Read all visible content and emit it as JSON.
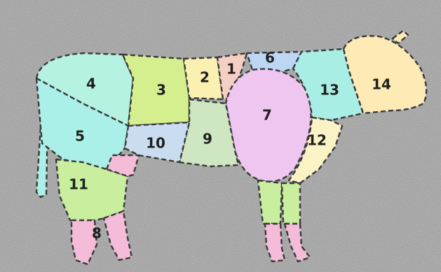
{
  "diagram": {
    "colors": {
      "background": "#b8b8b8",
      "outline": "#3a3a3a",
      "text": "#1f1f1f"
    },
    "regions": [
      {
        "id": "r1",
        "label": "1",
        "color": "#f6cfc4"
      },
      {
        "id": "r2",
        "label": "2",
        "color": "#faf0b2"
      },
      {
        "id": "r3",
        "label": "3",
        "color": "#d6ef8e"
      },
      {
        "id": "r4",
        "label": "4",
        "color": "#b6f2e2"
      },
      {
        "id": "r5",
        "label": "5",
        "color": "#aaf0e8"
      },
      {
        "id": "r6",
        "label": "6",
        "color": "#bcd6f4"
      },
      {
        "id": "r7",
        "label": "7",
        "color": "#eec6ef"
      },
      {
        "id": "r8",
        "label": "8",
        "color": "#f4bcd8"
      },
      {
        "id": "r9",
        "label": "9",
        "color": "#cfe6c2"
      },
      {
        "id": "r10",
        "label": "10",
        "color": "#cadcf0"
      },
      {
        "id": "r11",
        "label": "11",
        "color": "#c8ee9e"
      },
      {
        "id": "r12",
        "label": "12",
        "color": "#fbf2c6"
      },
      {
        "id": "r13",
        "label": "13",
        "color": "#a8eee4"
      },
      {
        "id": "r14",
        "label": "14",
        "color": "#fdeab4"
      }
    ]
  }
}
